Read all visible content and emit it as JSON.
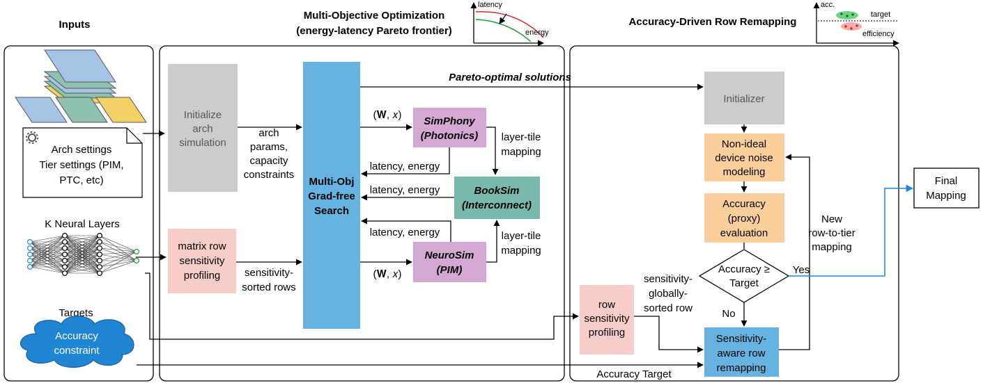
{
  "inputs": {
    "heading": "Inputs",
    "settings": [
      "Arch settings",
      "Tier settings (PIM,",
      "PTC, etc)"
    ],
    "layers_label": "K Neural Layers",
    "targets_label": "Targets",
    "accuracy_constraint": [
      "Accuracy",
      "constraint"
    ]
  },
  "moo": {
    "heading": [
      "Multi-Objective Optimization",
      "(energy-latency Pareto frontier)"
    ],
    "inset": {
      "y_label": "latency",
      "x_label": "energy"
    },
    "init_arch_sim": [
      "Initialize",
      "arch",
      "simulation"
    ],
    "arch_params": [
      "arch",
      "params,",
      "capacity",
      "constraints"
    ],
    "matrix_row_profiling": [
      "matrix row",
      "sensitivity",
      "profiling"
    ],
    "sorted_rows": [
      "sensitivity-",
      "sorted rows"
    ],
    "search": [
      "Multi-Obj",
      "Grad-free",
      "Search"
    ],
    "w_x_top": "(𝐖, 𝑥)",
    "w_x_bottom": "(𝐖, 𝑥)",
    "simphony": [
      "SimPhony",
      "(Photonics)"
    ],
    "booksim": [
      "BookSim",
      "(Interconnect)"
    ],
    "neurosim": [
      "NeuroSim",
      "(PIM)"
    ],
    "latency_energy": "latency, energy",
    "layer_tile_mapping": [
      "layer-tile",
      "mapping"
    ],
    "pareto_solutions": "Pareto-optimal solutions"
  },
  "remap": {
    "heading": "Accuracy-Driven Row Remapping",
    "inset": {
      "y_label": "acc.",
      "target_label": "target",
      "x_label": "efficiency"
    },
    "initializer": "Initializer",
    "noise_modeling": [
      "Non-ideal",
      "device noise",
      "modeling"
    ],
    "accuracy_eval": [
      "Accuracy",
      "(proxy)",
      "evaluation"
    ],
    "decision": [
      "Accuracy ≥",
      "Target"
    ],
    "yes": "Yes",
    "no": "No",
    "row_profiling": [
      "row",
      "sensitivity",
      "profiling"
    ],
    "globally_sorted": [
      "sensitivity-",
      "globally-",
      "sorted row"
    ],
    "new_mapping": [
      "New",
      "row-to-tier",
      "mapping"
    ],
    "remapping": [
      "Sensitivity-",
      "aware row",
      "remapping"
    ],
    "accuracy_target": "Accuracy Target"
  },
  "output": {
    "final_mapping": [
      "Final",
      "Mapping"
    ]
  },
  "colors": {
    "gray": "#cccccc",
    "blue": "#66b2e0",
    "purple": "#d5a8d3",
    "teal": "#7ab8ab",
    "pink": "#f8cdc9",
    "orange": "#fbcf9c",
    "blue_arrow": "#1f86d6"
  }
}
